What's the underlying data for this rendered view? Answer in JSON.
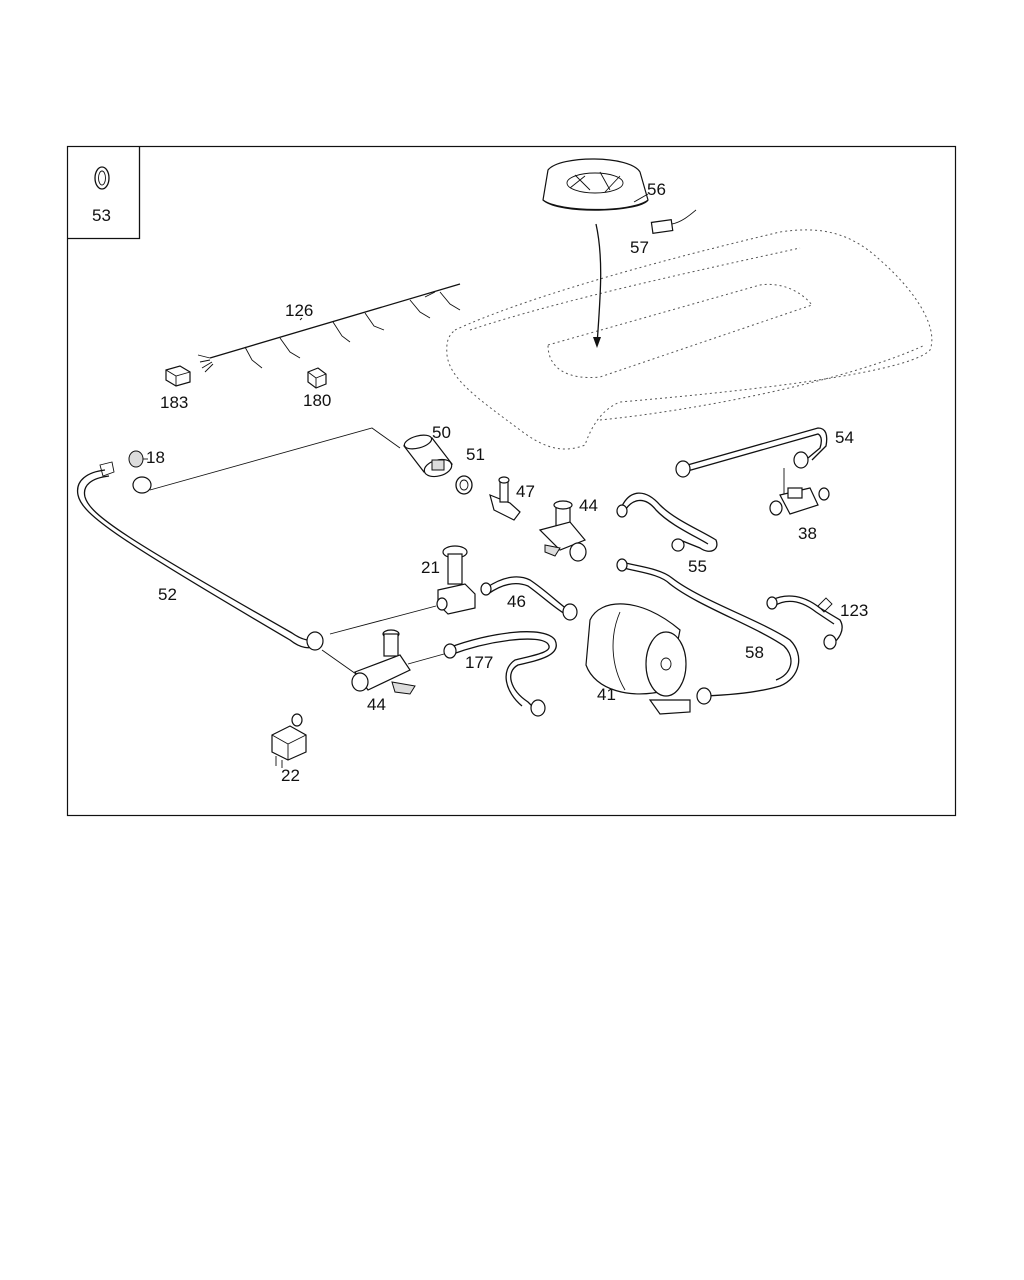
{
  "diagram": {
    "inset_label": "53",
    "labels": {
      "l18": "18",
      "l21": "21",
      "l22": "22",
      "l38": "38",
      "l41": "41",
      "l44a": "44",
      "l44b": "44",
      "l46": "46",
      "l47": "47",
      "l50": "50",
      "l51": "51",
      "l52": "52",
      "l54": "54",
      "l55": "55",
      "l56": "56",
      "l57": "57",
      "l58": "58",
      "l123": "123",
      "l126": "126",
      "l177": "177",
      "l180": "180",
      "l183": "183"
    }
  }
}
